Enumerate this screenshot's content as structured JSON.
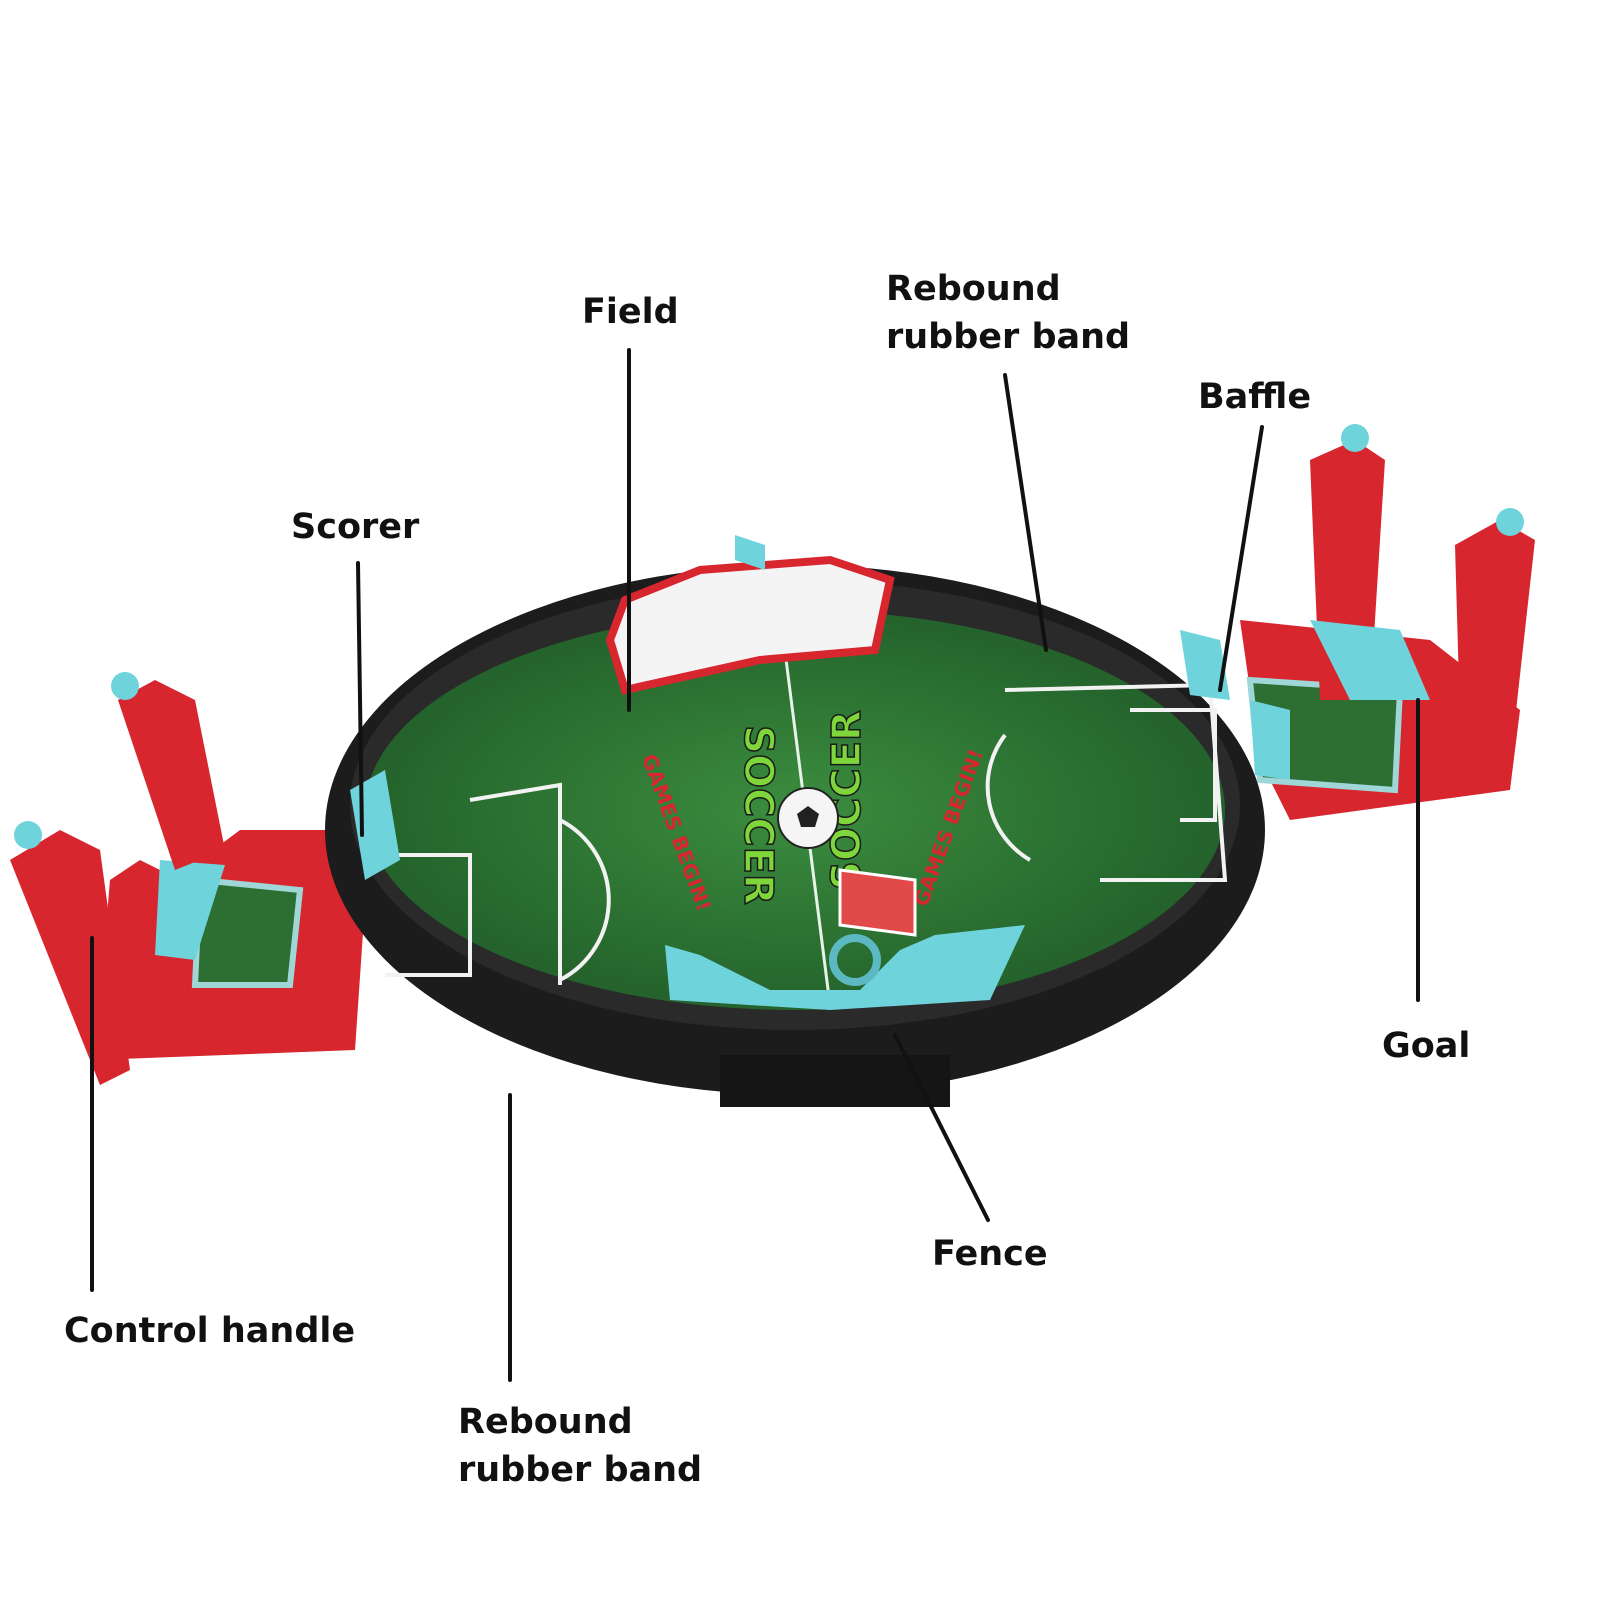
{
  "labels": {
    "field": "Field",
    "rebound_top": [
      "Rebound",
      "rubber band"
    ],
    "baffle": "Baffle",
    "scorer": "Scorer",
    "goal": "Goal",
    "fence": "Fence",
    "control_handle": "Control handle",
    "rebound_bottom": [
      "Rebound",
      "rubber band"
    ]
  },
  "field_markings": {
    "left_text": "GAMES BEGIN!",
    "center_text": "SOCCER",
    "right_text": "GAMES BEGIN!"
  },
  "colors": {
    "background": "#ffffff",
    "grass": "#2f7a34",
    "grass_dark": "#1f5a27",
    "fence": "#1c1c1c",
    "handle_red": "#d8262e",
    "accent_cyan": "#6fd3dc",
    "leader": "#111111",
    "label_text": "#111111"
  }
}
